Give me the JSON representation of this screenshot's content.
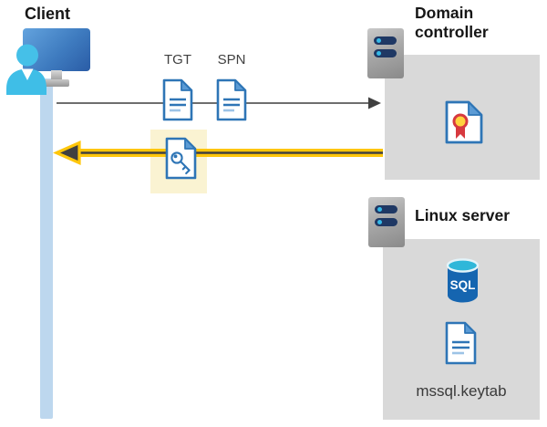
{
  "diagram": {
    "title_context": "Kerberos ticket flow between client, domain controller and Linux SQL server",
    "client": {
      "label": "Client"
    },
    "domain_controller": {
      "label": "Domain controller"
    },
    "linux_server": {
      "label": "Linux server"
    },
    "tickets": {
      "tgt_label": "TGT",
      "spn_label": "SPN"
    },
    "files": {
      "keytab_label": "mssql.keytab"
    },
    "sql_icon": {
      "text": "SQL"
    }
  },
  "colors": {
    "arrow_gray": "#595959",
    "arrowhead_dark": "#404040",
    "arrow_yellow": "#ffc60a",
    "highlight_yellow": "#faf3d2",
    "panel_gray": "#d9d9d9",
    "doc_blue": "#2e75b6",
    "doc_fold_blue": "#5b9bd5",
    "doc_line_light": "#9dc3e6",
    "timeline_blue": "#bdd7ee",
    "seal_gold": "#ffd23e",
    "seal_red": "#d7393f",
    "sql_body_blue": "#1565b0",
    "sql_top_teal": "#2fb7d9",
    "person_cyan": "#45c0e8",
    "server_bar_navy": "#1f3864"
  }
}
